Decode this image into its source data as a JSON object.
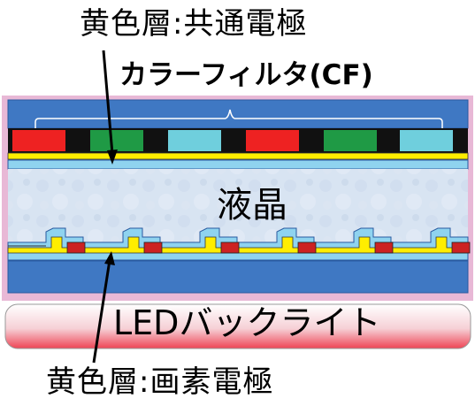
{
  "labels": {
    "top_electrode": "黄色層:共通電極",
    "color_filter": "カラーフィルタ(CF)",
    "liquid_crystal": "液晶",
    "backlight": "LEDバックライト",
    "bottom_electrode": "黄色層:画素電極"
  },
  "filter_colors": [
    "#ee2222",
    "#1f9a45",
    "#6fcfdd",
    "#ee2222",
    "#1f9a45",
    "#6fcfdd"
  ],
  "colors": {
    "glass": "#3f78c3",
    "frame": "#e8b8d6",
    "black_matrix": "#111111",
    "electrode": "#ffee00",
    "alignment": "#8fd3ef",
    "liquid": "#d8e4f2",
    "bump": "#cc2222",
    "backlight_top": "#ffffff",
    "backlight_bottom": "#ee4455"
  }
}
